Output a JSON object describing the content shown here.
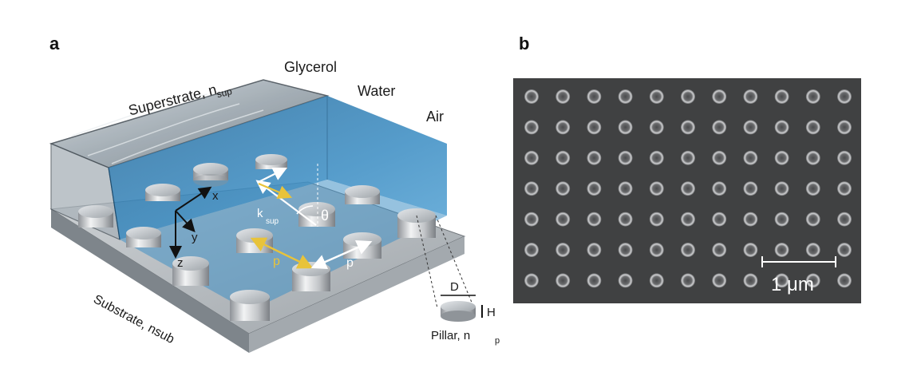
{
  "panel_a": {
    "letter": "a",
    "superstrate_label": "Superstrate, n",
    "superstrate_sub": "sup",
    "glycerol_label": "Glycerol",
    "water_label": "Water",
    "air_label": "Air",
    "substrate_label": "Substrate, nsub",
    "axis_x": "x",
    "axis_y": "y",
    "axis_z": "z",
    "k_label": "k",
    "k_sub": "sup",
    "theta_label": "θ",
    "period_yellow": "p",
    "period_white": "p",
    "pillar_diameter": "D",
    "pillar_height": "H",
    "pillar_label": "Pillar, n",
    "pillar_sub": "p"
  },
  "panel_b": {
    "letter": "b",
    "scale_bar_label": "1 μm",
    "grid_rows": 7,
    "grid_cols": 11
  },
  "colors": {
    "water_blue": "#3f8fc4",
    "water_dark": "#2c6f9f",
    "superstrate_grey": "#8f9aa3",
    "substrate_grey": "#b7bcc1",
    "arrow_yellow": "#e8c33a",
    "sem_background": "#404142"
  }
}
